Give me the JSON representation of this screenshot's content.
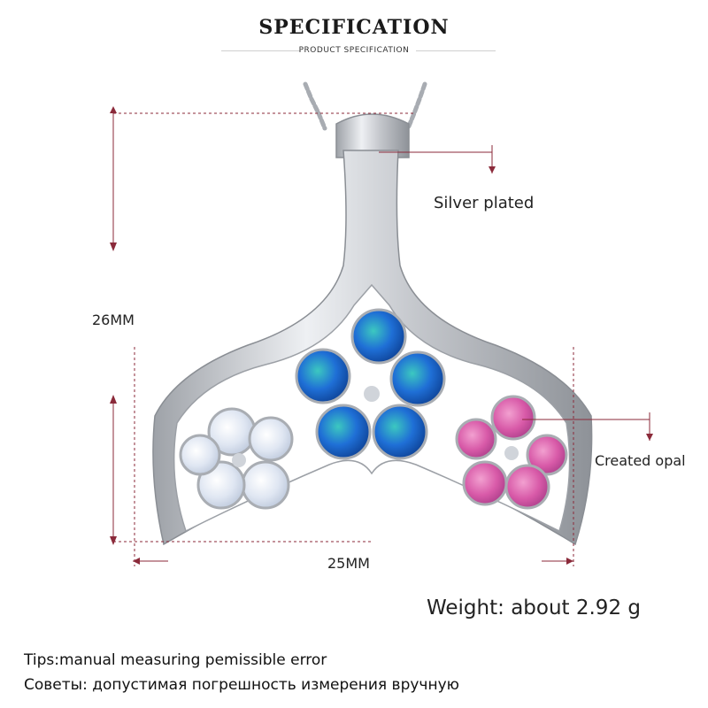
{
  "header": {
    "title": "SPECIFICATION",
    "subtitle": "PRODUCT SPECIFICATION"
  },
  "callouts": {
    "material": "Silver plated",
    "stone": "Created opal"
  },
  "dimensions": {
    "height": "26MM",
    "width": "25MM"
  },
  "weight": "Weight: about  2.92 g",
  "tips": {
    "english": "Tips:manual measuring pemissible error",
    "russian": "Советы: допустимая погрешность измерения вручную"
  },
  "colors": {
    "dimension_line": "#8b2a3a",
    "silver": "#c9ccd2",
    "blue_opal": "#1f6fd6",
    "pink_opal": "#d85aa8",
    "white_opal": "#dfe6f2"
  }
}
